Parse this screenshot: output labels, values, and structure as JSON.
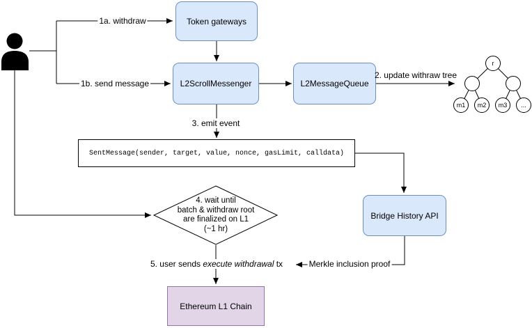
{
  "diagram": {
    "title_hint": "Scroll L2 withdrawal flow",
    "nodes": {
      "token_gateways": {
        "label": "Token gateways"
      },
      "l2_scroll_messenger": {
        "label": "L2ScrollMessenger"
      },
      "l2_message_queue": {
        "label": "L2MessageQueue"
      },
      "sent_message_event": {
        "label": "SentMessage(sender, target, value, nonce, gasLimit, calldata)"
      },
      "bridge_history_api": {
        "label": "Bridge History API"
      },
      "ethereum_l1_chain": {
        "label": "Ethereum L1 Chain"
      },
      "wait_decision": {
        "lines": [
          "4. wait until",
          "batch & withdraw root",
          "are finalized on L1",
          "(~1 hr)"
        ]
      }
    },
    "edge_labels": {
      "withdraw": "1a. withdraw",
      "send_message": "1b. send message",
      "update_withdraw_tree": "2. update withraw tree",
      "emit_event": "3. emit event",
      "execute_withdrawal": {
        "prefix": "5. user sends ",
        "italic": "execute withdrawal",
        "suffix": " tx"
      },
      "merkle_proof": "Merkle inclusion proof"
    },
    "withdraw_tree": {
      "root": "r",
      "leaves": [
        "m1",
        "m2",
        "m3",
        "..."
      ]
    },
    "colors": {
      "component_fill": "#dae8fc",
      "component_stroke": "#6c8ebf",
      "l1_fill": "#e1d5e7",
      "l1_stroke": "#9673a6",
      "event_fill": "#ffffff",
      "line": "#000000"
    }
  }
}
